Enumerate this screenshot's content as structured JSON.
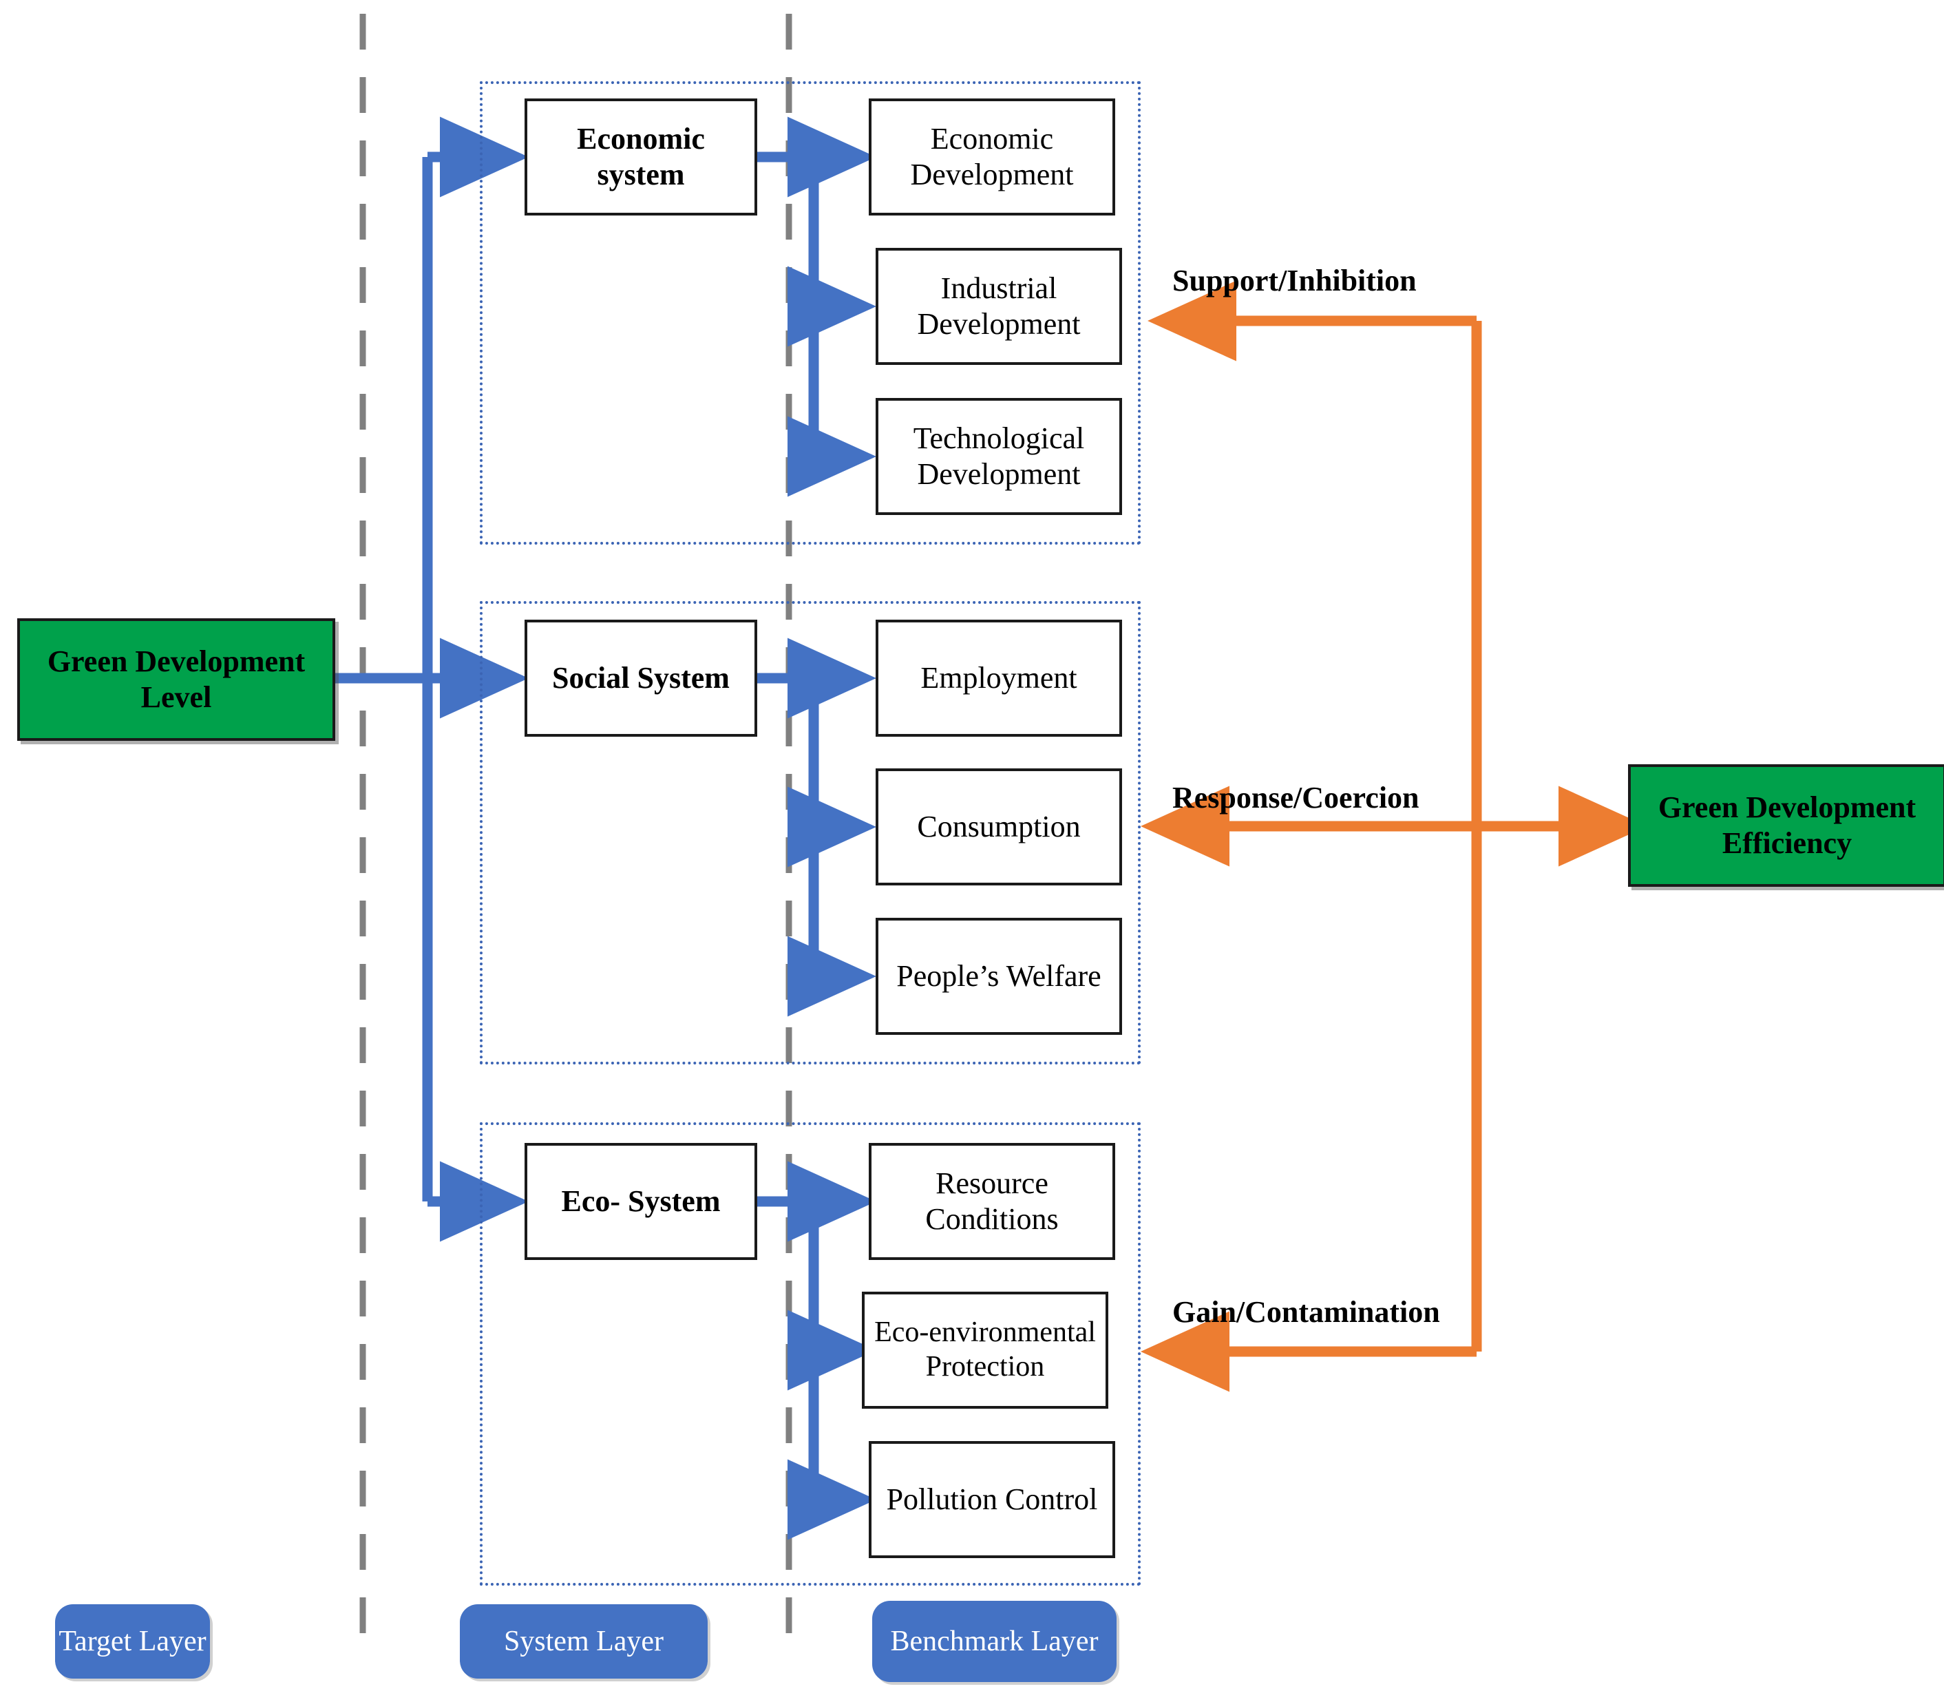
{
  "diagram": {
    "title": "Green Development Level framework",
    "colors": {
      "green_node": "#00A14B",
      "blue_arrow": "#4472C4",
      "orange_arrow": "#ED7D31",
      "group_frame": "#3B64B4",
      "divider": "#808080",
      "node_border": "#1A1A1A"
    }
  },
  "target": {
    "label": "Green Development Level"
  },
  "outcome": {
    "label": "Green Development Efficiency"
  },
  "systems": [
    {
      "id": "economic",
      "label": "Economic system",
      "benchmarks": [
        {
          "label": "Economic Development"
        },
        {
          "label": "Industrial Development"
        },
        {
          "label": "Technological Development"
        }
      ]
    },
    {
      "id": "social",
      "label": "Social  System",
      "benchmarks": [
        {
          "label": "Employment"
        },
        {
          "label": "Consumption"
        },
        {
          "label": "People’s Welfare"
        }
      ]
    },
    {
      "id": "eco",
      "label": "Eco- System",
      "benchmarks": [
        {
          "label": "Resource Conditions"
        },
        {
          "label": "Eco-environmental Protection"
        },
        {
          "label": "Pollution Control"
        }
      ]
    }
  ],
  "feedback_edges": [
    {
      "id": "support-inhibition",
      "label": "Support/Inhibition",
      "direction": "left"
    },
    {
      "id": "response-coercion",
      "label": "Response/Coercion",
      "direction": "both"
    },
    {
      "id": "gain-contamination",
      "label": "Gain/Contamination",
      "direction": "left"
    }
  ],
  "layers": [
    {
      "id": "target",
      "label": "Target Layer"
    },
    {
      "id": "system",
      "label": "System Layer"
    },
    {
      "id": "benchmark",
      "label": "Benchmark Layer"
    }
  ]
}
